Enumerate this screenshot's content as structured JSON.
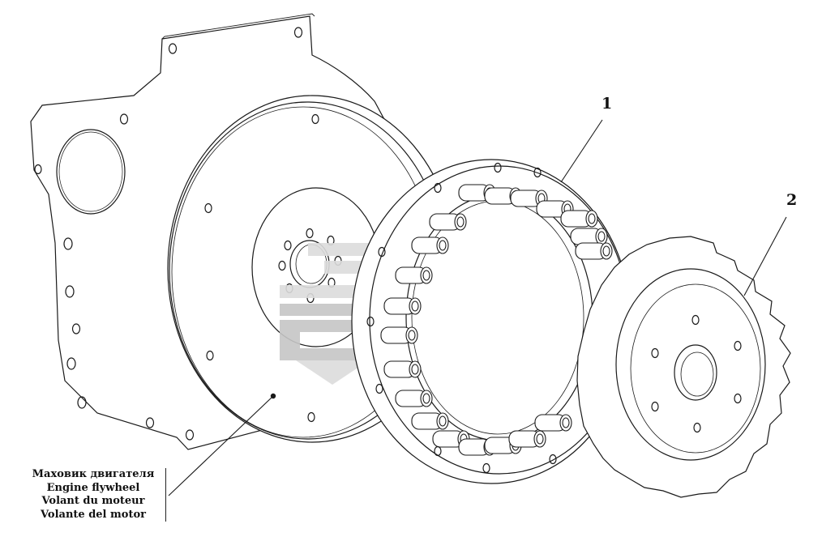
{
  "callouts": {
    "part1": "1",
    "part2": "2"
  },
  "legend": [
    "Маховик двигателя",
    "Engine flywheel",
    "Volant du moteur",
    "Volante del motor"
  ],
  "watermark_colors": {
    "light": "#dcdcdc",
    "dark": "#c6c6c6"
  },
  "line_color": "#1a1a1a"
}
